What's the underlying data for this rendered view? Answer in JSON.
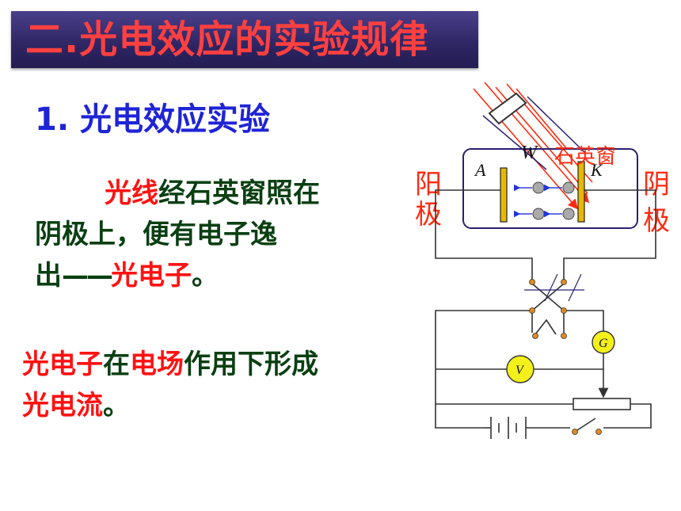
{
  "title": "二.光电效应的实验规律",
  "heading": "1.  光电效应实验",
  "paragraph1": {
    "red1": "光线",
    "text1": "经石英窗照在",
    "line2": "阴极上，便有电子逸",
    "line3_start": "出",
    "dash": "——",
    "red2": "光电子",
    "end": "。"
  },
  "paragraph2": {
    "red1": "光电子",
    "text1": "在",
    "red2": "电场",
    "text2": "作用下形成",
    "red3": "光电流",
    "end": "。"
  },
  "diagram": {
    "label_w": "W",
    "label_window": "石英窗",
    "label_a": "A",
    "label_k": "K",
    "anode": [
      "阳",
      "极"
    ],
    "cathode": [
      "阴",
      "极"
    ],
    "meter_g": "G",
    "meter_v": "V",
    "colors": {
      "wire": "#333333",
      "light": "#ff2a10",
      "electrode": "#e8b800",
      "meter": "#f3f01a",
      "box_border": "#2a2070",
      "label_red": "#ff2a10",
      "arrow_blue": "#2233dd"
    }
  }
}
